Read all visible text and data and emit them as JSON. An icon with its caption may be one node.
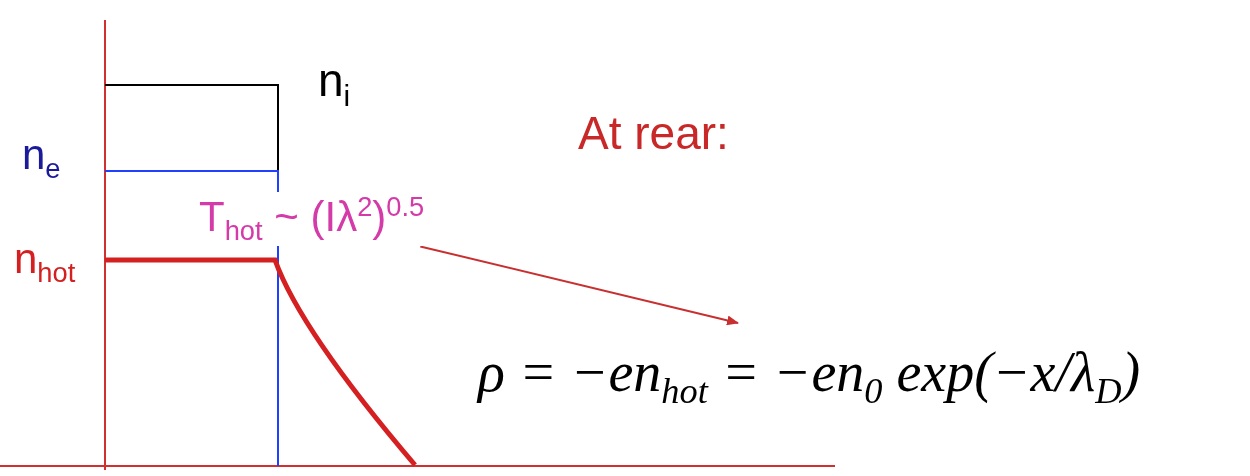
{
  "diagram": {
    "nodes": [
      {
        "text": [
          "T$_{hot}$ ~ (Iλ$^{2}$)$^{0.5}$"
        ]
      },
      {
        "text": [
          "ρ = −en$_{hot}$ = −en$_{0}$ exp(−x/λ$_{D}$)"
        ]
      }
    ],
    "edges": [
      {
        "from": 0,
        "to": 1,
        "arrow": "to"
      }
    ],
    "labels": [
      "n$_{i}$",
      "At rear:",
      "n$_{e}$",
      "n$_{hot}$"
    ]
  }
}
